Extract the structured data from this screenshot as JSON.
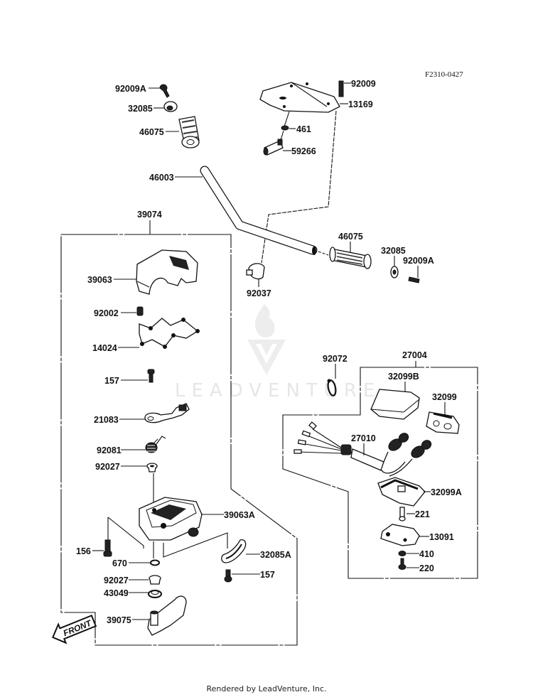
{
  "diagram": {
    "reference_code": "F2310-0427",
    "watermark": "LEADVENTURE",
    "footer": "Rendered by LeadVenture, Inc.",
    "front_arrow_label": "FRONT",
    "groups": {
      "throttle_case_assembly": "39074",
      "switch_assembly": "27004"
    },
    "labels": {
      "p92009A_top": "92009A",
      "p32085_top": "32085",
      "p46075_top": "46075",
      "p92009": "92009",
      "p13169": "13169",
      "p461": "461",
      "p59266": "59266",
      "p46003": "46003",
      "p46075_right": "46075",
      "p32085_right": "32085",
      "p92009A_right": "92009A",
      "p92037": "92037",
      "p39063": "39063",
      "p92002": "92002",
      "p14024": "14024",
      "p157_a": "157",
      "p21083": "21083",
      "p92081": "92081",
      "p92027_a": "92027",
      "p39063A": "39063A",
      "p156": "156",
      "p670": "670",
      "p32085A": "32085A",
      "p157_b": "157",
      "p92027_b": "92027",
      "p43049": "43049",
      "p39075": "39075",
      "p92072": "92072",
      "p32099B": "32099B",
      "p32099": "32099",
      "p27010": "27010",
      "p32099A": "32099A",
      "p221": "221",
      "p13091": "13091",
      "p410": "410",
      "p220": "220"
    }
  }
}
